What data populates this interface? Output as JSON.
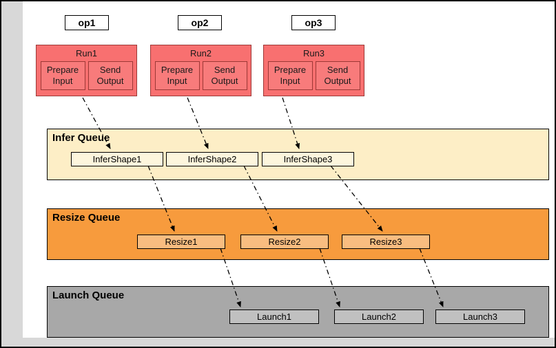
{
  "ops": [
    {
      "label": "op1"
    },
    {
      "label": "op2"
    },
    {
      "label": "op3"
    }
  ],
  "runs": [
    {
      "title": "Run1",
      "steps": [
        {
          "label": "Prepare\nInput"
        },
        {
          "label": "Send\nOutput"
        }
      ]
    },
    {
      "title": "Run2",
      "steps": [
        {
          "label": "Prepare\nInput"
        },
        {
          "label": "Send\nOutput"
        }
      ]
    },
    {
      "title": "Run3",
      "steps": [
        {
          "label": "Prepare\nInput"
        },
        {
          "label": "Send\nOutput"
        }
      ]
    }
  ],
  "queues": [
    {
      "title": "Infer Queue",
      "items": [
        {
          "label": "InferShape1"
        },
        {
          "label": "InferShape2"
        },
        {
          "label": "InferShape3"
        }
      ]
    },
    {
      "title": "Resize Queue",
      "items": [
        {
          "label": "Resize1"
        },
        {
          "label": "Resize2"
        },
        {
          "label": "Resize3"
        }
      ]
    },
    {
      "title": "Launch Queue",
      "items": [
        {
          "label": "Launch1"
        },
        {
          "label": "Launch2"
        },
        {
          "label": "Launch3"
        }
      ]
    }
  ],
  "colors": {
    "run_fill": "#f87070",
    "run_border": "#9c3836",
    "infer_queue_fill": "#fdeec6",
    "infer_item_fill": "#fdf6dd",
    "resize_queue_fill": "#f79b3d",
    "resize_item_fill": "#f9bd80",
    "launch_queue_fill": "#a8a8a8",
    "launch_item_fill": "#c0c0c0",
    "arrow": "#000000",
    "page_margin": "#d8d8d8"
  }
}
